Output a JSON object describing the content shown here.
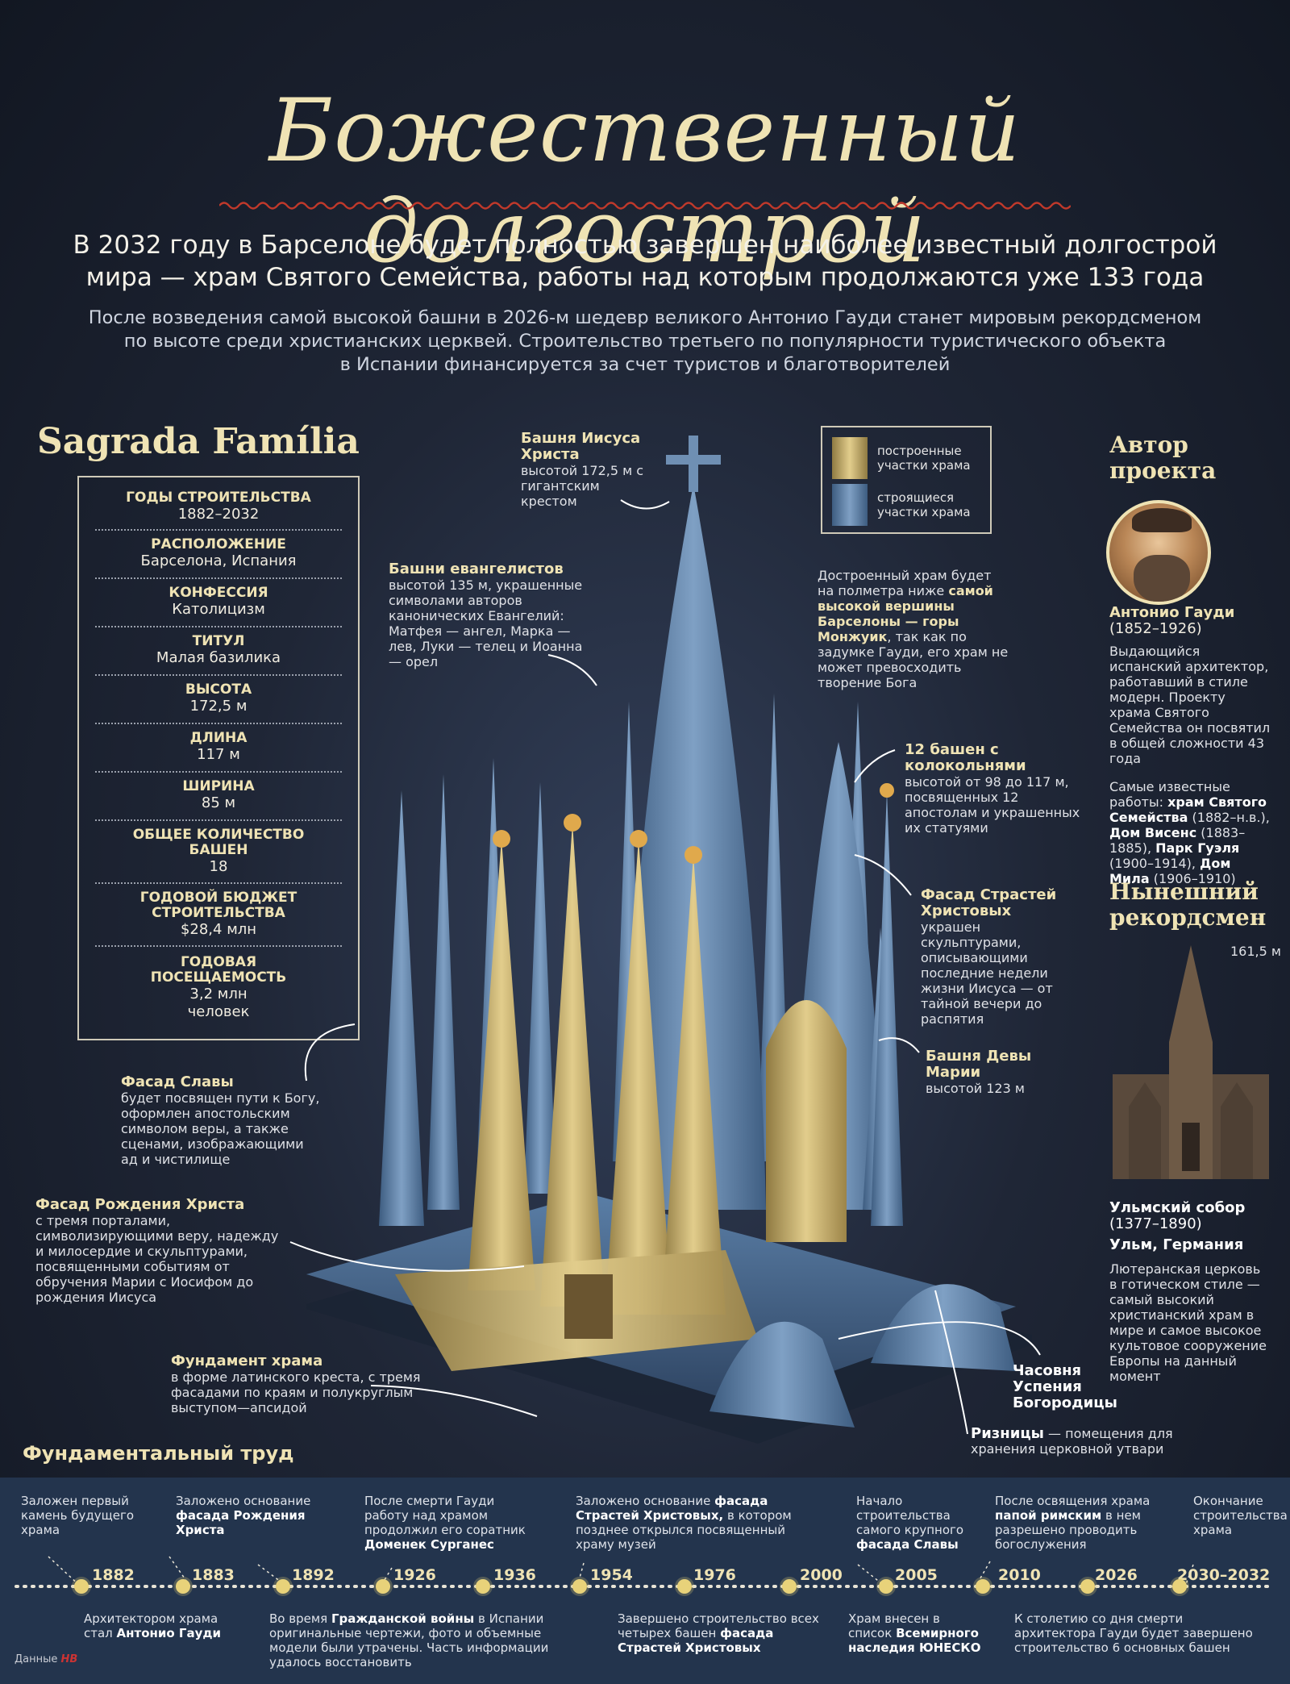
{
  "title": "Божественный долгострой",
  "lead": [
    "В 2032 году в Барселоне будет полностью завершен наиболее известный долгострой",
    "мира — храм Святого Семейства, работы над которым продолжаются уже 133 года"
  ],
  "sub": [
    "После возведения самой высокой башни в 2026-м шедевр великого Антонио Гауди станет мировым рекордсменом",
    "по высоте среди христианских церквей. Строительство третьего по популярности туристического объекта",
    "в Испании финансируется за счет туристов и благотворителей"
  ],
  "sagrada": {
    "title": "Sagrada Família",
    "facts": [
      {
        "k": "ГОДЫ СТРОИТЕЛЬСТВА",
        "v": "1882–2032"
      },
      {
        "k": "РАСПОЛОЖЕНИЕ",
        "v": "Барселона, Испания"
      },
      {
        "k": "КОНФЕССИЯ",
        "v": "Католицизм"
      },
      {
        "k": "ТИТУЛ",
        "v": "Малая базилика"
      },
      {
        "k": "ВЫСОТА",
        "v": "172,5 м"
      },
      {
        "k": "ДЛИНА",
        "v": "117 м"
      },
      {
        "k": "ШИРИНА",
        "v": "85 м"
      },
      {
        "k": "ОБЩЕЕ КОЛИЧЕСТВО БАШЕН",
        "v": "18"
      },
      {
        "k": "ГОДОВОЙ БЮДЖЕТ СТРОИТЕЛЬСТВА",
        "v": "$28,4 млн"
      },
      {
        "k": "ГОДОВАЯ ПОСЕЩАЕМОСТЬ",
        "v": "3,2 млн человек"
      }
    ]
  },
  "legend": {
    "built": "построенные участки храма",
    "building": "строящиеся участки храма"
  },
  "annotations": {
    "jesus": {
      "title": "Башня Иисуса Христа",
      "text": "высотой 172,5 м с гигантским крестом"
    },
    "evangelists": {
      "title": "Башни евангелистов",
      "text": "высотой 135 м, украшенные символами авторов канонических Евангелий: Матфея — ангел, Марка — лев, Луки — телец и Иоанна — орел"
    },
    "height_a": "Достроенный храм будет на полметра ниже",
    "height_b": "самой высокой вершины Барселоны — горы Монжуик",
    "height_c": ", так как по задумке Гауди, его храм не может превосходить творение Бога",
    "bells": {
      "title": "12 башен с колокольнями",
      "text": "высотой от 98 до 117 м, посвященных 12 апостолам и украшенных их статуями"
    },
    "passion": {
      "title": "Фасад Страстей Христовых",
      "text": "украшен скульптурами, описывающими последние недели жизни Иисуса — от тайной вечери до распятия"
    },
    "mary": {
      "title": "Башня Девы Марии",
      "text": "высотой 123 м"
    },
    "glory": {
      "title": "Фасад Славы",
      "text": "будет посвящен пути к Богу, оформлен апостольским символом веры, а также сценами, изображающими ад и чистилище"
    },
    "nativity": {
      "title": "Фасад Рождения Христа",
      "text": "с тремя порталами, символизирующими веру, надежду и милосердие и скульптурами, посвященными событиям от обручения Марии с Иосифом до рождения Иисуса"
    },
    "foundation": {
      "title": "Фундамент храма",
      "text": "в форме латинского креста, с тремя фасадами по краям и полукруглым выступом—апсидой"
    },
    "chapel": {
      "title": "Часовня Успения Богородицы"
    },
    "sacristy": {
      "title": "Ризницы",
      "text": "— помещения для хранения церковной утвари"
    }
  },
  "author": {
    "header": "Автор проекта",
    "name": "Антонио Гауди",
    "years": "(1852–1926)",
    "bio": "Выдающийся испанский архитектор, работавший в стиле модерн. Проекту храма Святого Семейства он посвятил в общей сложности 43 года",
    "works_intro": "Самые известные работы:",
    "works": [
      {
        "name": "храм Святого Семейства",
        "years": "(1882–н.в.)"
      },
      {
        "name": "Дом Висенс",
        "years": "(1883–1885)"
      },
      {
        "name": "Парк Гуэля",
        "years": "(1900–1914)"
      },
      {
        "name": "Дом Мила",
        "years": "(1906–1910)"
      }
    ]
  },
  "record": {
    "header": "Нынешний рекордсмен",
    "height": "161,5 м",
    "name": "Ульмский собор",
    "years": "(1377–1890)",
    "place": "Ульм, Германия",
    "text": "Лютеранская церковь в готическом стиле — самый высокий христианский храм в мире и самое высокое культовое сооружение Европы на данный момент"
  },
  "timeline": {
    "header": "Фундаментальный труд",
    "years": [
      "1882",
      "1883",
      "1892",
      "1926",
      "1936",
      "1954",
      "1976",
      "2000",
      "2005",
      "2010",
      "2026",
      "2030–2032"
    ],
    "top": [
      {
        "text": "Заложен первый камень будущего храма"
      },
      {
        "a": "Заложено основание",
        "b": "фасада Рождения Христа"
      },
      {
        "a": "После смерти Гауди работу над храмом продолжил его соратник",
        "b": "Доменек Сурганес"
      },
      {
        "a": "Заложено основание",
        "b": "фасада Страстей Христовых,",
        "c": "в котором позднее открылся посвященный храму музей"
      },
      {
        "a": "Начало строительства самого крупного",
        "b": "фасада Славы"
      },
      {
        "a": "После освящения храма",
        "b": "папой римским",
        "c": "в нем разрешено проводить богослужения"
      },
      {
        "text": "Окончание строительства храма"
      }
    ],
    "bottom": [
      {
        "a": "Архитектором храма стал",
        "b": "Антонио Гауди"
      },
      {
        "a": "Во время",
        "b": "Гражданской войны",
        "c": "в Испании оригинальные чертежи, фото и объемные модели были утрачены. Часть информации удалось восстановить"
      },
      {
        "a": "Завершено строительство всех четырех башен",
        "b": "фасада Страстей Христовых"
      },
      {
        "a": "Храм внесен в список",
        "b": "Всемирного наследия ЮНЕСКО"
      },
      {
        "text": "К столетию со дня смерти архитектора Гауди будет завершено строительство 6 основных башен"
      }
    ]
  },
  "source": {
    "label": "Данные",
    "brand": "НВ"
  },
  "colors": {
    "built": "#c9b06a",
    "building": "#5b7ea3",
    "accent": "#efe3b4",
    "wave": "#c0392b"
  }
}
